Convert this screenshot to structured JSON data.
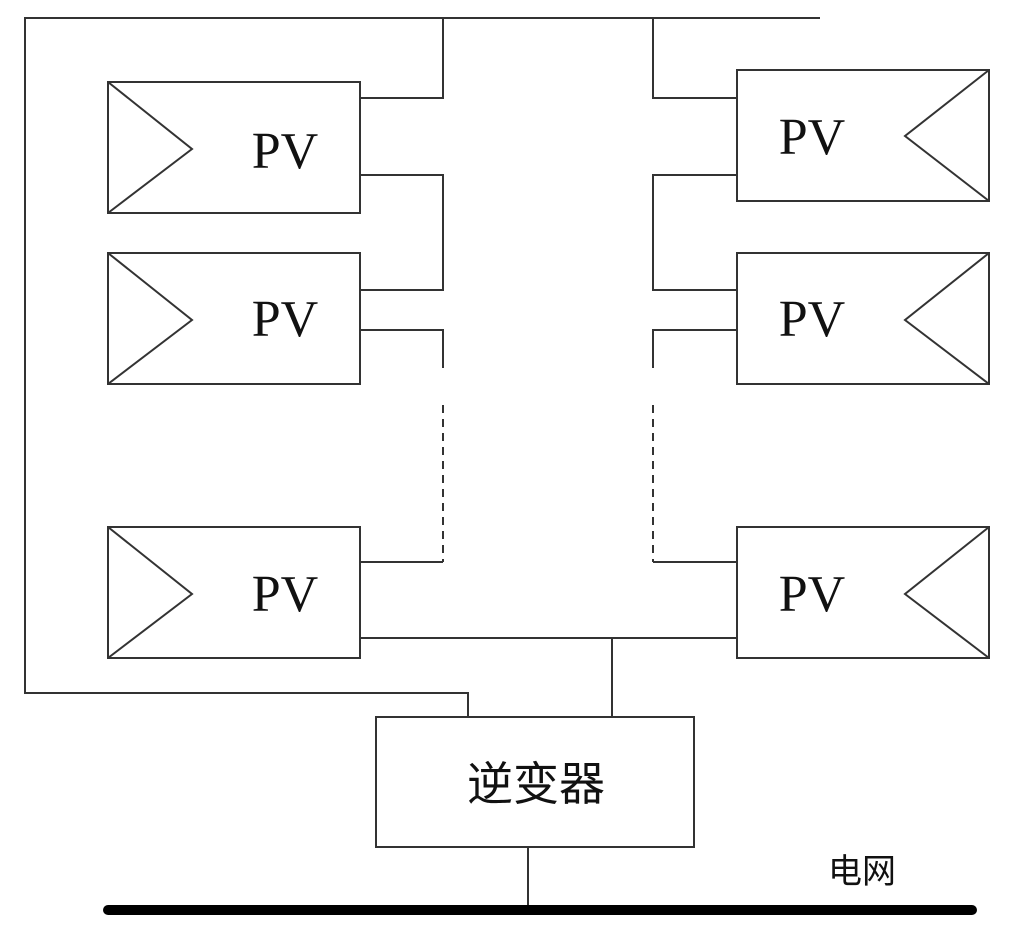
{
  "diagram": {
    "panel_label": "PV",
    "panels_left": [
      {
        "label": "PV"
      },
      {
        "label": "PV"
      },
      {
        "label": "PV"
      }
    ],
    "panels_right": [
      {
        "label": "PV"
      },
      {
        "label": "PV"
      },
      {
        "label": "PV"
      }
    ],
    "inverter_label": "逆变器",
    "grid_label": "电网"
  }
}
